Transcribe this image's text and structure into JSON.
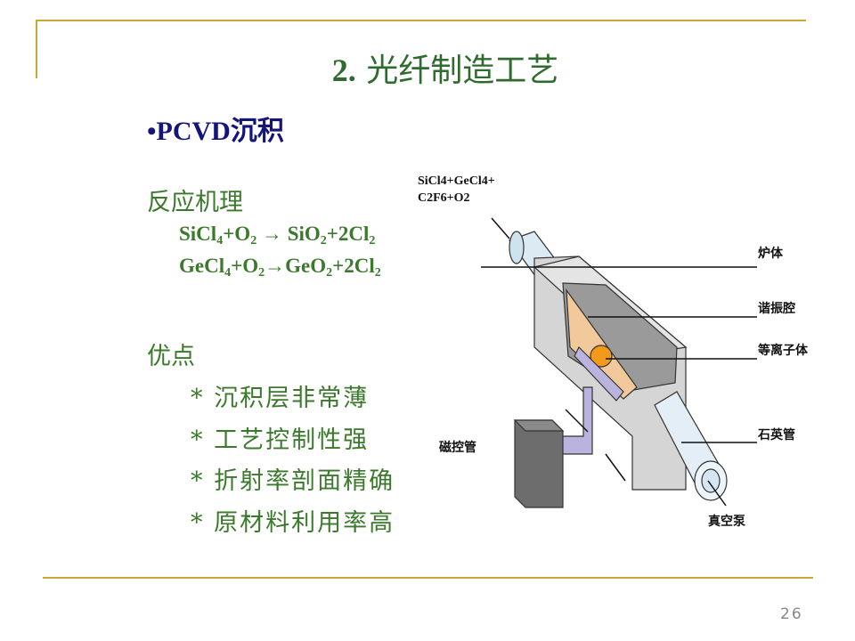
{
  "title": {
    "number": "2.",
    "text": "光纤制造工艺"
  },
  "bullet": "•PCVD沉积",
  "mechanism": {
    "heading": "反应机理",
    "equations": [
      [
        {
          "t": "SiCl"
        },
        {
          "s": "4"
        },
        {
          "t": "+O"
        },
        {
          "s": "2"
        },
        {
          "t": " → SiO"
        },
        {
          "s": "2"
        },
        {
          "t": "+2Cl"
        },
        {
          "s": "2"
        }
      ],
      [
        {
          "t": "GeCl"
        },
        {
          "s": "4"
        },
        {
          "t": "+O"
        },
        {
          "s": "2"
        },
        {
          "t": "→GeO"
        },
        {
          "s": "2"
        },
        {
          "t": "+2Cl"
        },
        {
          "s": "2"
        }
      ]
    ]
  },
  "advantages": {
    "heading": "优点",
    "items": [
      "* 沉积层非常薄",
      "* 工艺控制性强",
      "* 折射率剖面精确",
      "* 原材料利用率高"
    ]
  },
  "diagram": {
    "input_gas": [
      "SiCl4+GeCl4+",
      "C2F6+O2"
    ],
    "labels": {
      "furnace": "炉体",
      "resonator": "谐振腔",
      "plasma": "等离子体",
      "quartz_tube": "石英管",
      "magnetron": "磁控管",
      "vacuum_pump": "真空泵"
    }
  },
  "page_number": "26",
  "colors": {
    "title": "#2f6a2f",
    "text": "#3b7a2c",
    "bullet": "#14147a",
    "rule": "#c9a838"
  }
}
